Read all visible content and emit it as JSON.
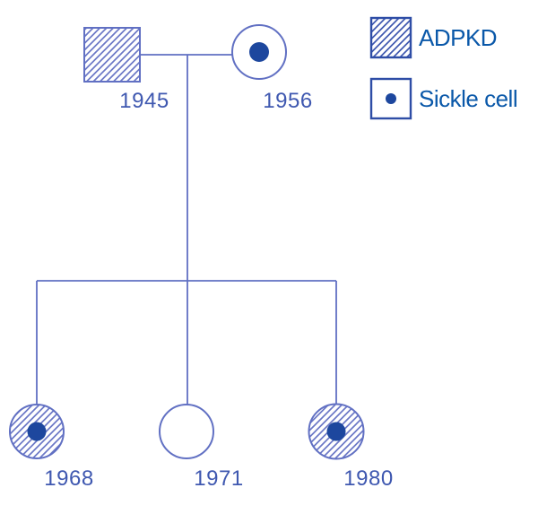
{
  "diagram": {
    "type": "pedigree-chart",
    "description": "Two-generation family pedigree showing inheritance of ADPKD and sickle cell trait",
    "colors": {
      "background": "#ffffff",
      "connector_line": "#6170c3",
      "symbol_outline": "#6170c3",
      "hatch_line": "#6b78c6",
      "legend_outline": "#2e4da6",
      "legend_hatch_line": "#4059b0",
      "dot_fill": "#1d479e",
      "year_text": "#3f58b0",
      "legend_text": "#0a58a9"
    },
    "legend": {
      "items": [
        {
          "label": "ADPKD",
          "symbol": "hatched-square"
        },
        {
          "label": "Sickle cell",
          "symbol": "square-with-dot"
        }
      ]
    },
    "generation1": [
      {
        "role": "father",
        "sex": "male",
        "birth_year": "1945",
        "conditions": [
          "ADPKD"
        ]
      },
      {
        "role": "mother",
        "sex": "female",
        "birth_year": "1956",
        "conditions": [
          "Sickle cell"
        ]
      }
    ],
    "generation2": [
      {
        "role": "daughter-1",
        "sex": "female",
        "birth_year": "1968",
        "conditions": [
          "ADPKD",
          "Sickle cell"
        ]
      },
      {
        "role": "daughter-2",
        "sex": "female",
        "birth_year": "1971",
        "conditions": []
      },
      {
        "role": "daughter-3",
        "sex": "female",
        "birth_year": "1980",
        "conditions": [
          "ADPKD",
          "Sickle cell"
        ]
      }
    ]
  }
}
